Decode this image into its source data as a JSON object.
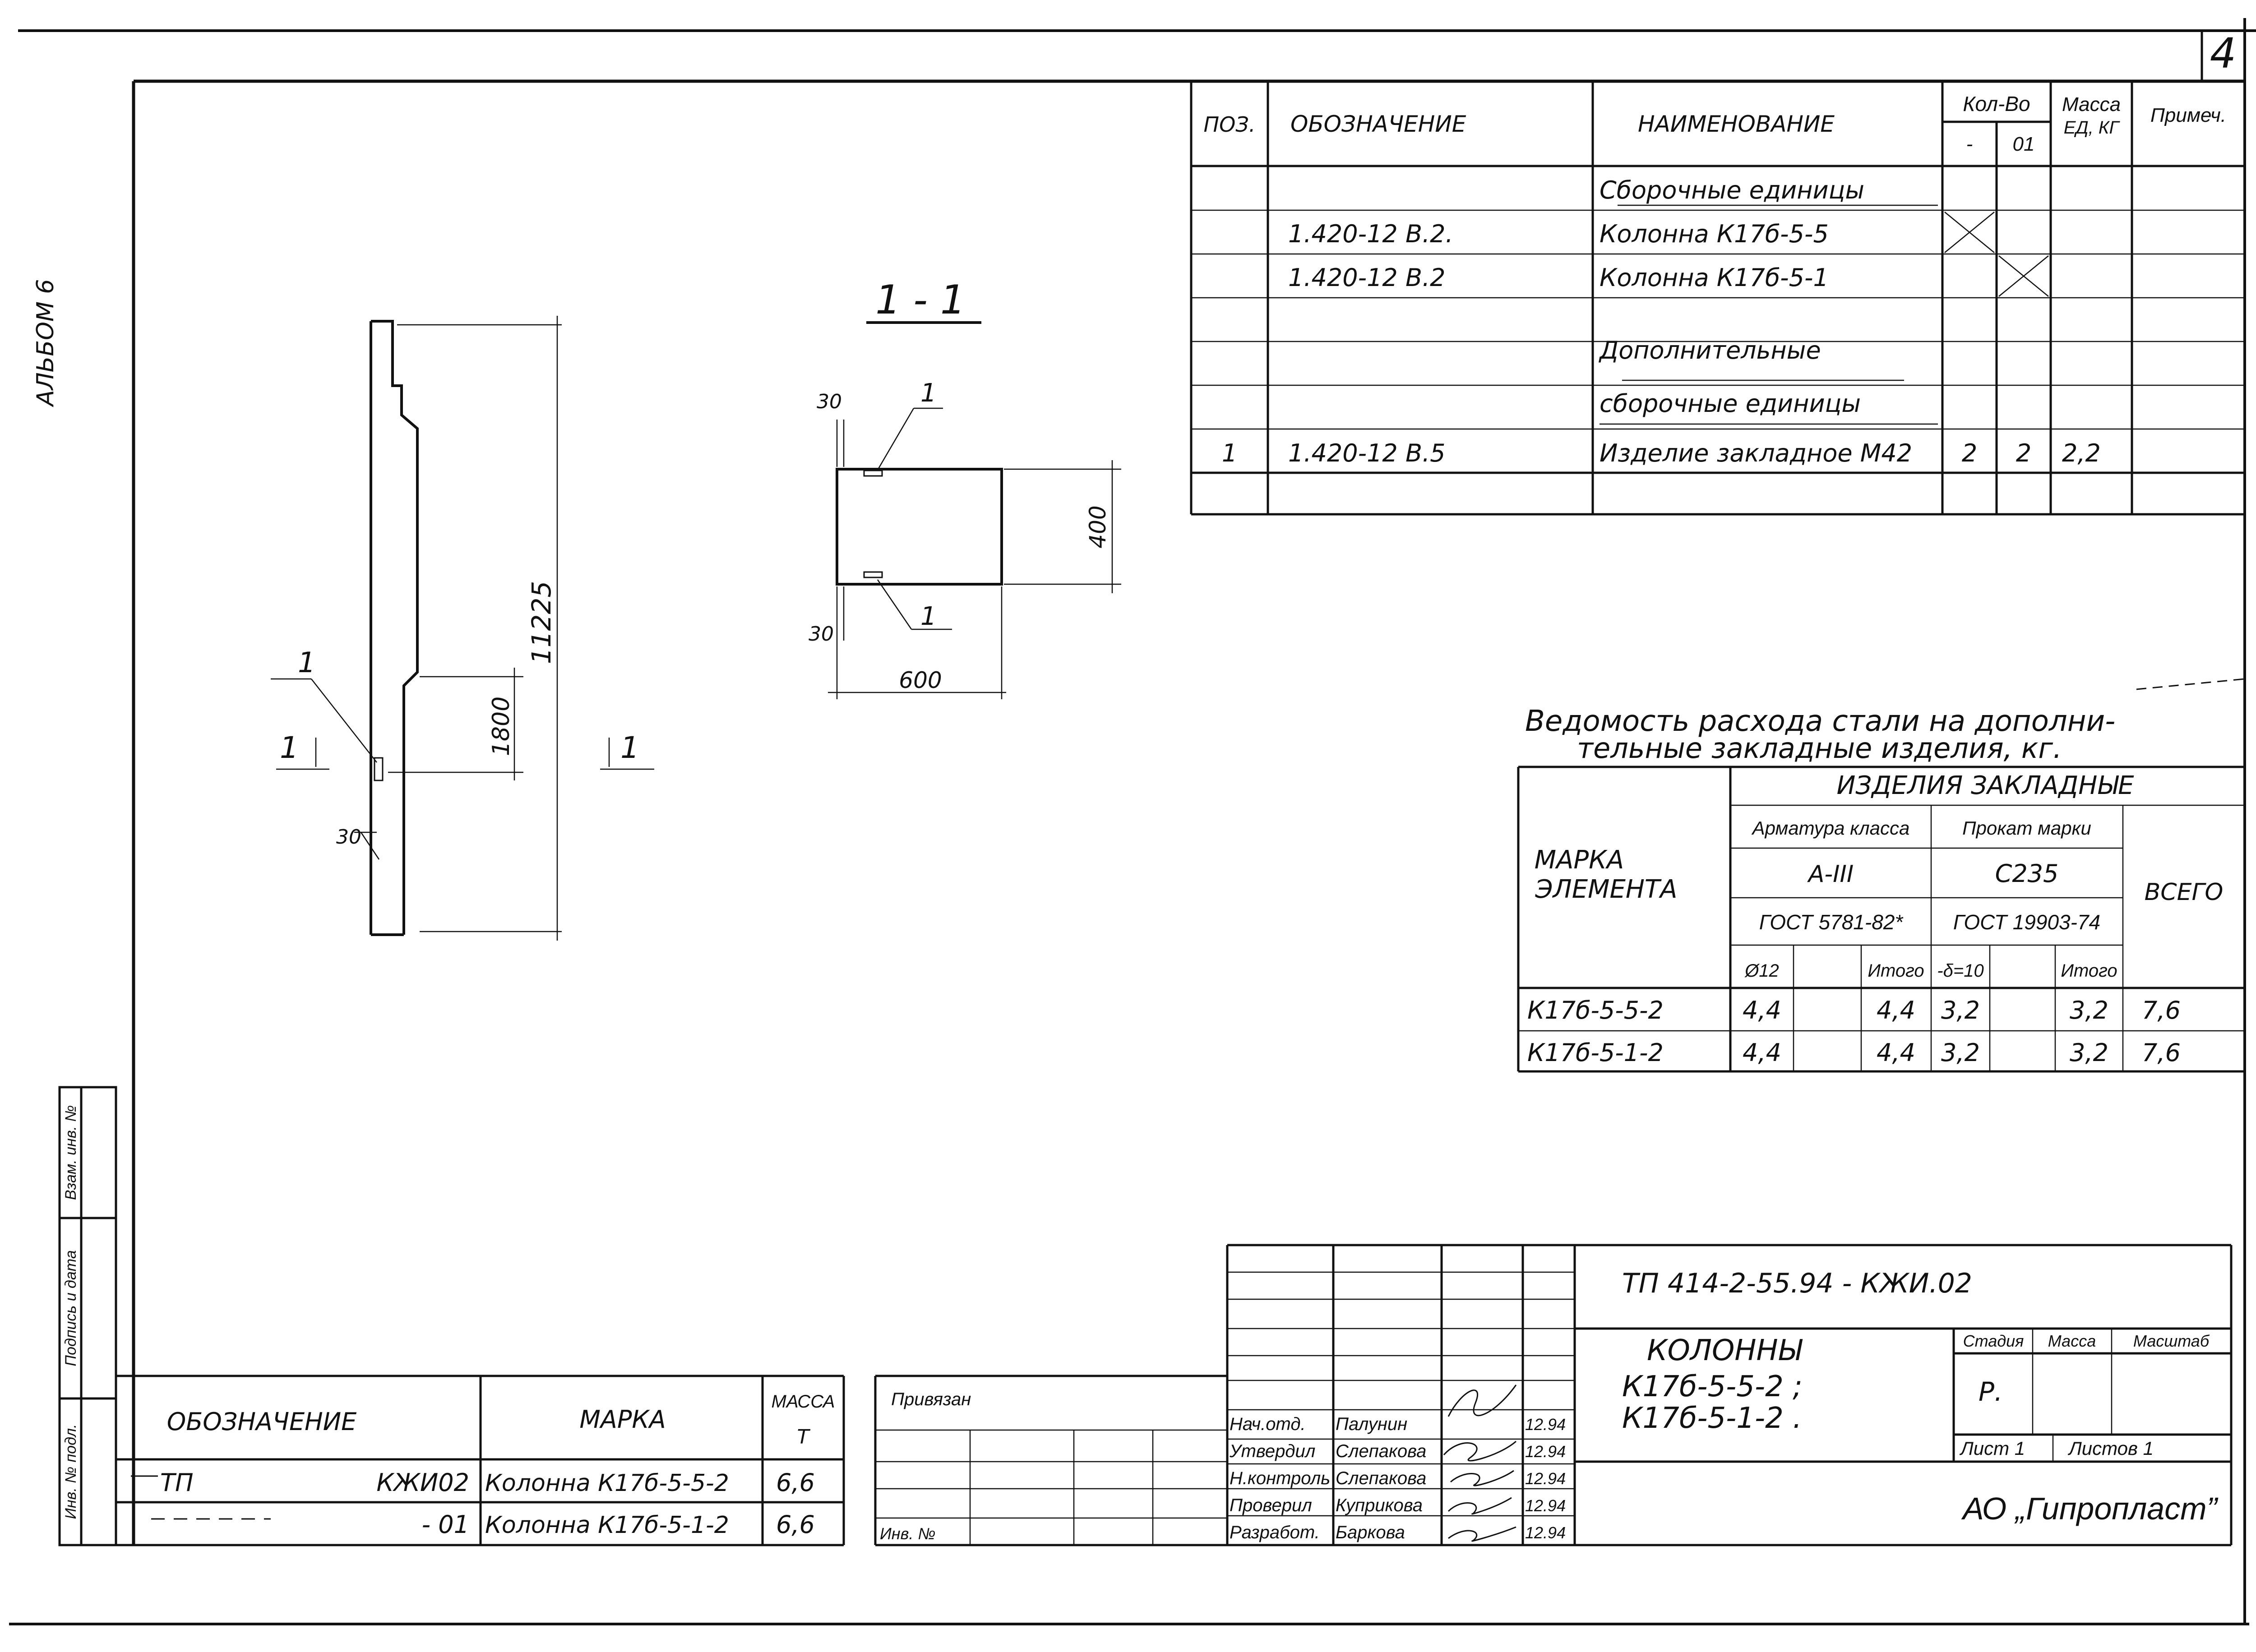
{
  "sheet_number": "4",
  "album_label": "АЛЬБОМ 6",
  "spec_table": {
    "headers": {
      "pos": "ПОЗ.",
      "designation": "ОБОЗНАЧЕНИЕ",
      "name": "НАИМЕНОВАНИЕ",
      "qty": "Кол-Во",
      "qty_sub_a": "-",
      "qty_sub_b": "01",
      "mass": "Масса",
      "mass_sub": "ЕД, КГ",
      "note": "Примеч."
    },
    "rows": [
      {
        "pos": "",
        "designation": "",
        "name": "Сборочные единицы",
        "qty_a": "",
        "qty_b": "",
        "mass": "",
        "note": ""
      },
      {
        "pos": "",
        "designation": "1.420-12  В.2.",
        "name": "Колонна К17б-5-5",
        "qty_a": "",
        "qty_b": "",
        "mass": "",
        "note": ""
      },
      {
        "pos": "",
        "designation": "1.420-12  В.2",
        "name": "Колонна К17б-5-1",
        "qty_a": "",
        "qty_b": "",
        "mass": "",
        "note": ""
      },
      {
        "pos": "",
        "designation": "",
        "name": "Дополнительные",
        "qty_a": "",
        "qty_b": "",
        "mass": "",
        "note": ""
      },
      {
        "pos": "",
        "designation": "",
        "name": "сборочные единицы",
        "qty_a": "",
        "qty_b": "",
        "mass": "",
        "note": ""
      },
      {
        "pos": "1",
        "designation": "1.420-12   В.5",
        "name": "Изделие закладное М42",
        "qty_a": "2",
        "qty_b": "2",
        "mass": "2,2",
        "note": ""
      }
    ]
  },
  "column_drawing": {
    "leader_label": "1",
    "section_mark_left": "1",
    "section_mark_right": "1",
    "dim_height": "11225",
    "dim_embed": "1800",
    "dim_bottom": "30"
  },
  "section_drawing": {
    "title": "1 - 1",
    "dim_width": "600",
    "dim_height": "400",
    "dim_top_offset": "30",
    "dim_bottom_offset": "30",
    "label_top": "1",
    "label_bottom": "1"
  },
  "steel_table": {
    "title_line1": "Ведомость расхода стали на дополни-",
    "title_line2": "тельные закладные изделия, кг.",
    "group_header": "ИЗДЕЛИЯ ЗАКЛАДНЫЕ",
    "mark_header_line1": "МАРКА",
    "mark_header_line2": "ЭЛЕМЕНТА",
    "rebar_class": "Арматура класса",
    "rebar_grade": "А-III",
    "rebar_gost": "ГОСТ 5781-82*",
    "rolled_mark": "Прокат марки",
    "rolled_grade": "С235",
    "rolled_gost": "ГОСТ 19903-74",
    "total": "ВСЕГО",
    "sub_headers": [
      "Ø12",
      "",
      "Итого",
      "-δ=10",
      "",
      "Итого"
    ],
    "rows": [
      {
        "mark": "К17б-5-5-2",
        "values": [
          "4,4",
          "",
          "4,4",
          "3,2",
          "",
          "3,2",
          "7,6"
        ]
      },
      {
        "mark": "К17б-5-1-2",
        "values": [
          "4,4",
          "",
          "4,4",
          "3,2",
          "",
          "3,2",
          "7,6"
        ]
      }
    ]
  },
  "left_stamp": [
    "Инв. № подл.",
    "Подпись и дата",
    "Взам. инв. №"
  ],
  "bottom_table": {
    "headers": {
      "designation": "ОБОЗНАЧЕНИЕ",
      "mark": "МАРКА",
      "mass": "МАССА",
      "mass_unit": "Т"
    },
    "rows": [
      {
        "designation_a": "ТП",
        "designation_b": "КЖИ02",
        "mark": "Колонна К17б-5-5-2",
        "mass": "6,6"
      },
      {
        "designation_a": "",
        "designation_b": "- 01",
        "mark": "Колонна К17б-5-1-2",
        "mass": "6,6"
      }
    ]
  },
  "binding": {
    "label": "Привязан",
    "inv": "Инв. №"
  },
  "title_block": {
    "code": "ТП 414-2-55.94 - КЖИ.02",
    "name_line1": "КОЛОННЫ",
    "name_line2": "К17б-5-5-2 ;",
    "name_line3": "К17б-5-1-2 .",
    "stage_header": "Стадия",
    "mass_header": "Масса",
    "scale_header": "Масштаб",
    "stage": "Р.",
    "sheet": "Лист 1",
    "sheets": "Листов 1",
    "company": "АО „Гипропласт”",
    "signatures": [
      {
        "role": "Нач.отд.",
        "name": "Палунин",
        "date": "12.94"
      },
      {
        "role": "Утвердил",
        "name": "Слепакова",
        "date": "12.94"
      },
      {
        "role": "Н.контроль",
        "name": "Слепакова",
        "date": "12.94"
      },
      {
        "role": "Проверил",
        "name": "Куприкова",
        "date": "12.94"
      },
      {
        "role": "Разработ.",
        "name": "Баркова",
        "date": "12.94"
      }
    ]
  }
}
